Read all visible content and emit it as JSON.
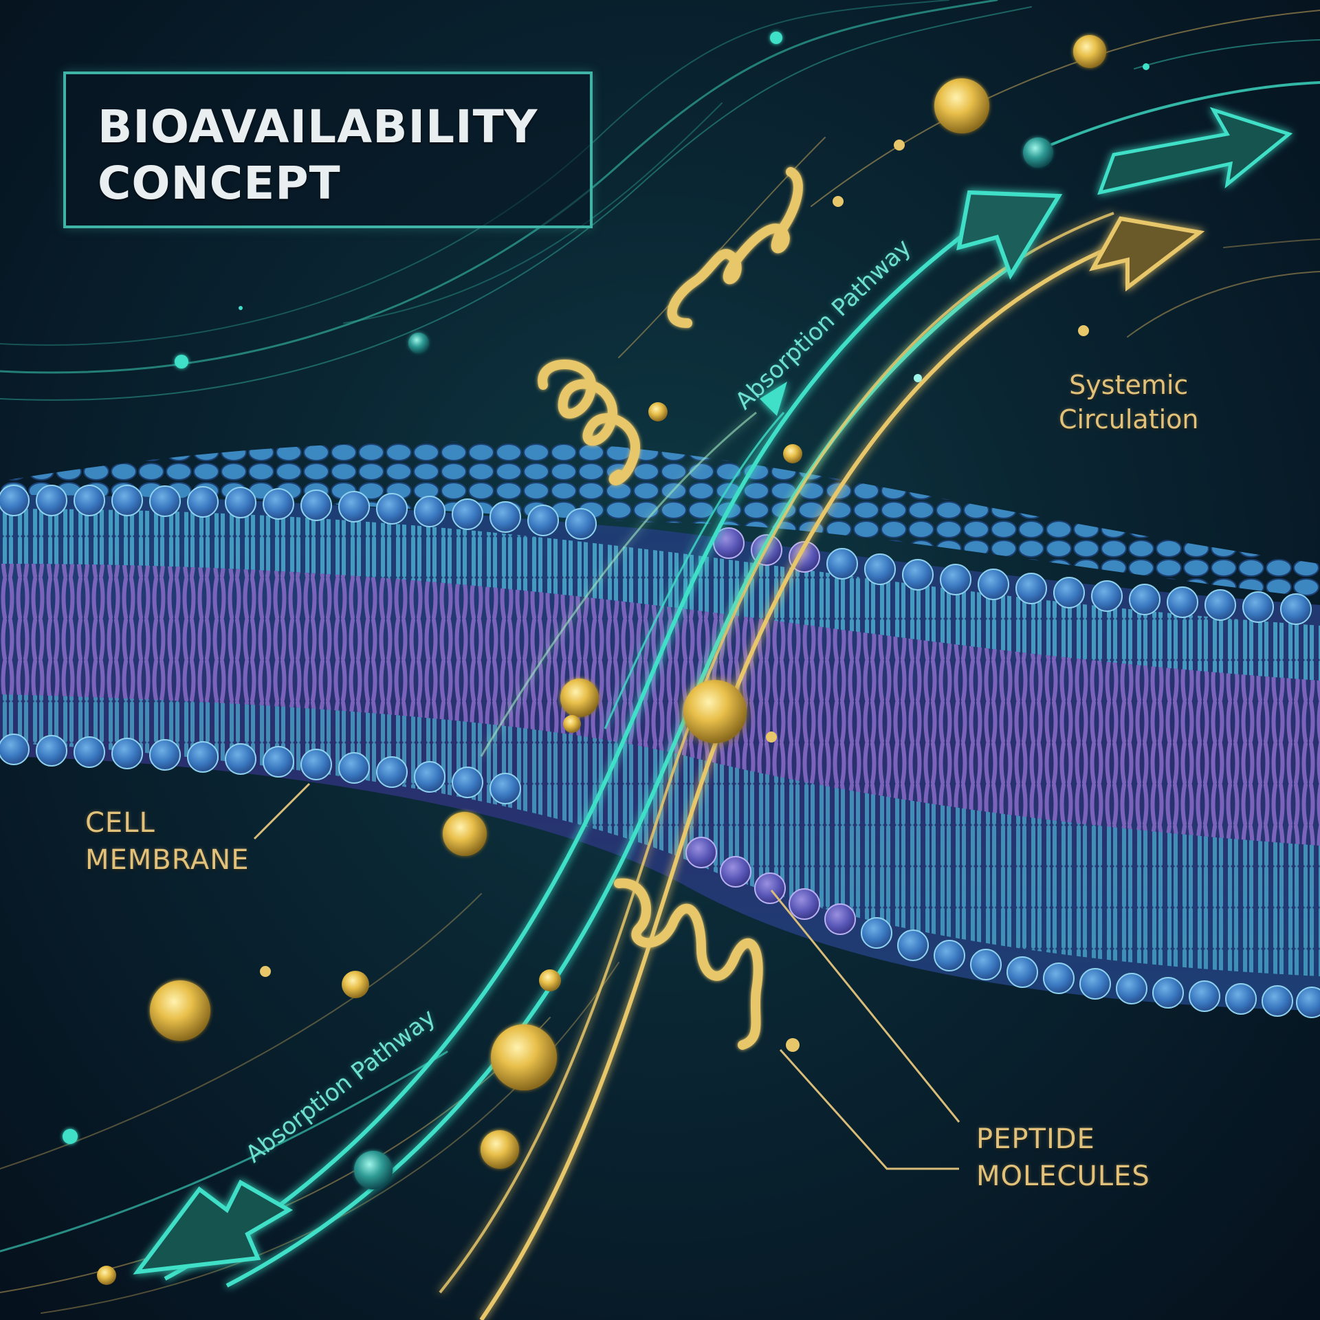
{
  "title": {
    "line1": "BIOAVAILABILITY",
    "line2": "CONCEPT"
  },
  "labels": {
    "systemic_circulation": {
      "line1": "Systemic",
      "line2": "Circulation"
    },
    "cell_membrane": {
      "line1": "CELL",
      "line2": "MEMBRANE"
    },
    "peptide_molecules": {
      "line1": "PEPTIDE",
      "line2": "MOLECULES"
    },
    "absorption_pathway_upper": "Absorption Pathway",
    "absorption_pathway_lower": "Absorption Pathway"
  },
  "colors": {
    "background": "#071926",
    "teal_accent": "#3fe0c8",
    "gold_accent": "#e2c27a",
    "membrane_head": "#3a7fc4",
    "membrane_tail_outer": "#4fb8d8",
    "membrane_tail_inner": "#8a6cc8",
    "title_text": "#e9eef0",
    "title_border": "#3fb3a6"
  }
}
